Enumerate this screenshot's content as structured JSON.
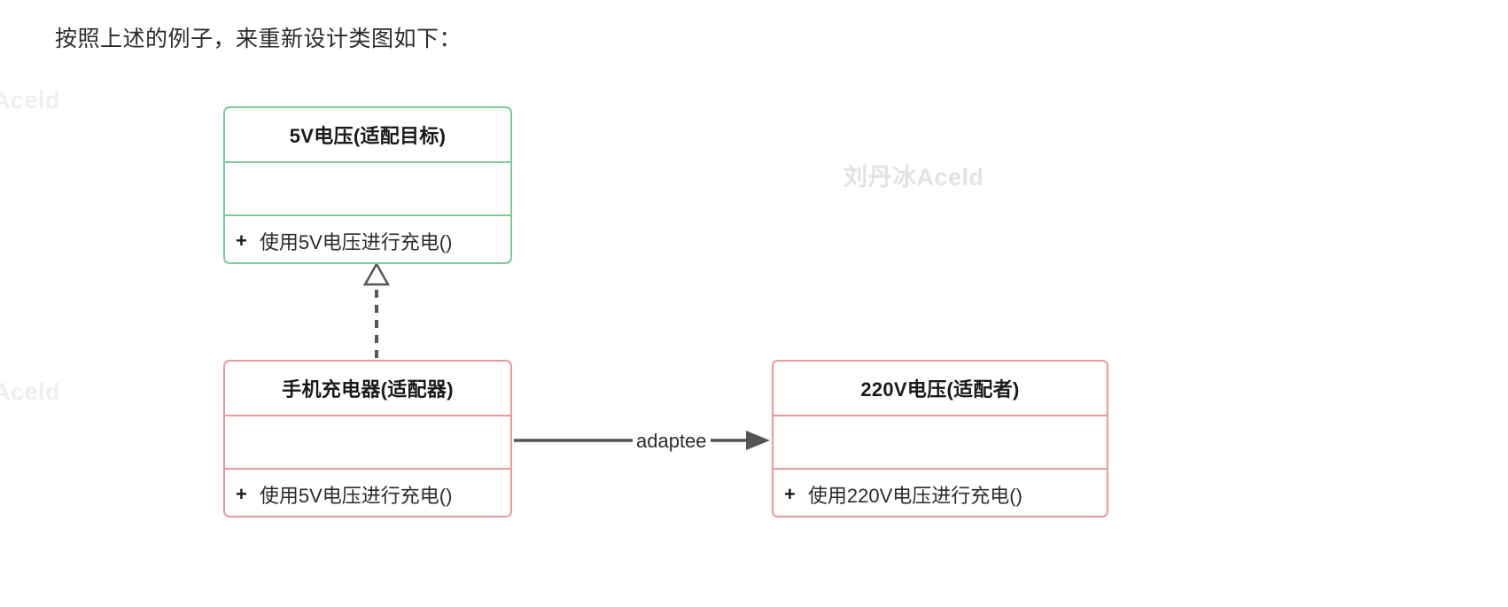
{
  "page": {
    "heading": "按照上述的例子，来重新设计类图如下："
  },
  "watermarks": {
    "center": "刘丹冰Aceld",
    "edge_top": "Aceld",
    "edge_bottom": "Aceld"
  },
  "colors": {
    "target_border": "#82c99a",
    "adapter_border": "#e79a9a",
    "adaptee_border": "#e79a9a",
    "connector": "#555555",
    "text": "#2b2b2b",
    "watermark": "#e2e2e2",
    "background": "#ffffff"
  },
  "diagram": {
    "type": "uml-class-diagram",
    "classes": [
      {
        "id": "target",
        "name": "5V电压(适配目标)",
        "attributes": [],
        "methods": [
          {
            "visibility": "+",
            "signature": "使用5V电压进行充电()"
          }
        ]
      },
      {
        "id": "adapter",
        "name": "手机充电器(适配器)",
        "attributes": [],
        "methods": [
          {
            "visibility": "+",
            "signature": "使用5V电压进行充电()"
          }
        ]
      },
      {
        "id": "adaptee",
        "name": "220V电压(适配者)",
        "attributes": [],
        "methods": [
          {
            "visibility": "+",
            "signature": "使用220V电压进行充电()"
          }
        ]
      }
    ],
    "relations": [
      {
        "id": "realization",
        "from": "adapter",
        "to": "target",
        "kind": "realization",
        "line": "dashed",
        "arrowhead": "hollow-triangle",
        "label": ""
      },
      {
        "id": "association",
        "from": "adapter",
        "to": "adaptee",
        "kind": "association",
        "line": "solid",
        "arrowhead": "filled-arrow",
        "label": "adaptee"
      }
    ]
  }
}
